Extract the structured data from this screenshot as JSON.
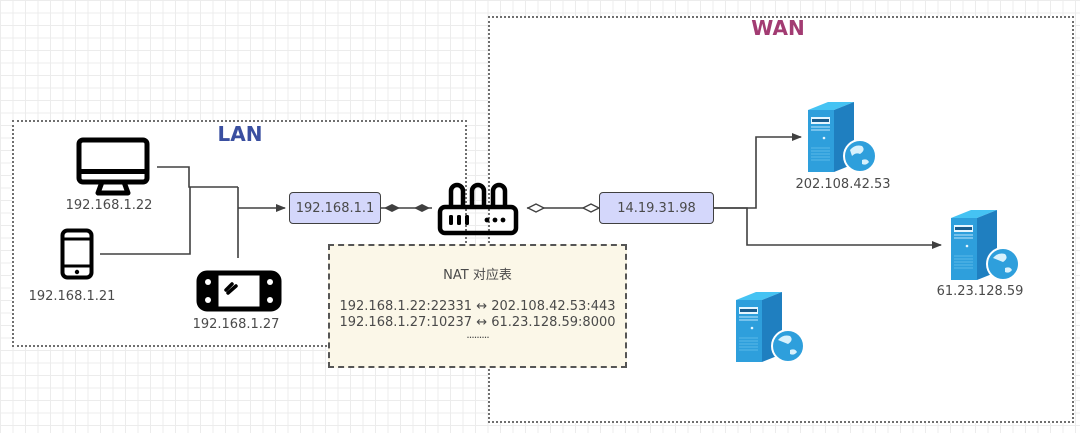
{
  "zones": {
    "lan": {
      "title": "LAN",
      "color": "#3a4fa0"
    },
    "wan": {
      "title": "WAN",
      "color": "#a23b72"
    }
  },
  "lan_devices": [
    {
      "type": "desktop-monitor",
      "ip": "192.168.1.22"
    },
    {
      "type": "smartphone",
      "ip": "192.168.1.21"
    },
    {
      "type": "handheld-game-console",
      "ip": "192.168.1.27"
    }
  ],
  "router": {
    "lan_ip": "192.168.1.1",
    "wan_ip": "14.19.31.98",
    "box_color": "#d4d7fb"
  },
  "nat_table": {
    "title": "NAT 对应表",
    "entries": [
      "192.168.1.22:22331 ↔ 202.108.42.53:443",
      "192.168.1.27:10237 ↔ 61.23.128.59:8000"
    ],
    "ellipsis": "·········"
  },
  "wan_servers": [
    {
      "ip": "202.108.42.53"
    },
    {
      "ip": "61.23.128.59"
    },
    {
      "ip": ""
    }
  ],
  "colors": {
    "server_blue": "#2e9fdc",
    "line": "#404040"
  }
}
